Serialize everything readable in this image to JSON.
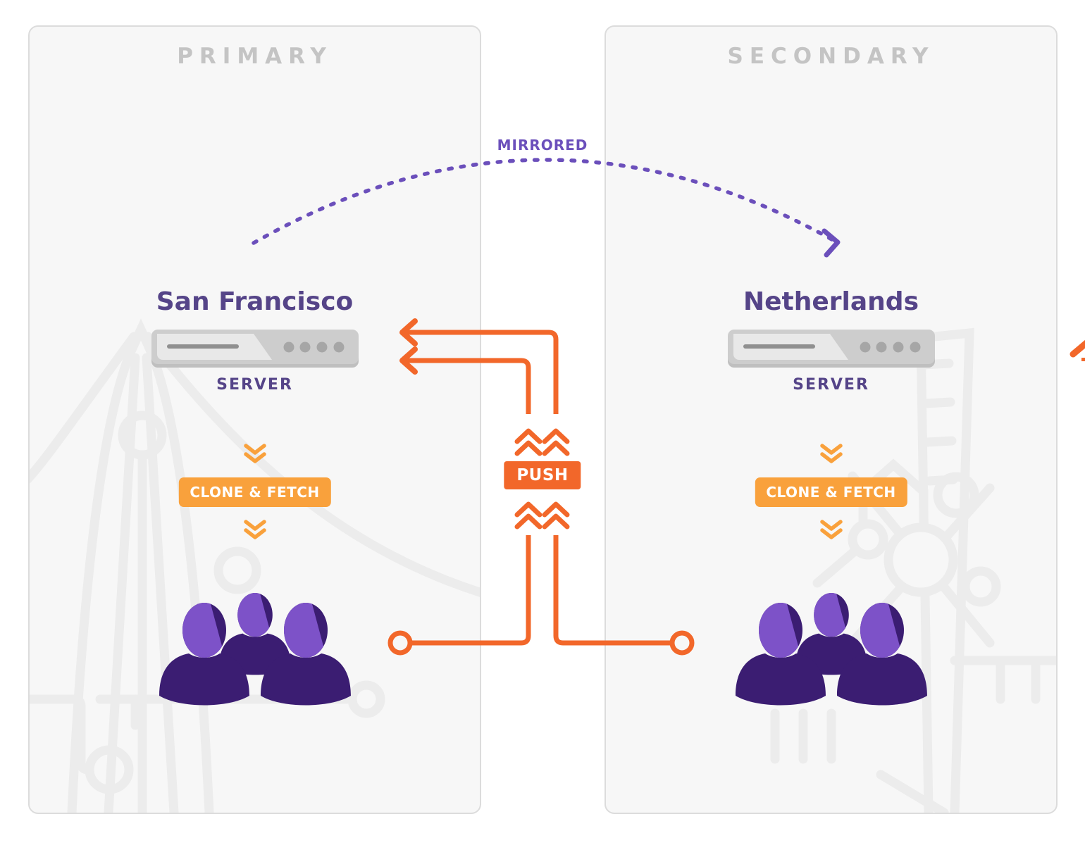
{
  "diagram": {
    "mirrored_label": "MIRRORED",
    "push_label": "PUSH"
  },
  "primary": {
    "title": "PRIMARY",
    "site_name": "San Francisco",
    "server_label": "SERVER",
    "clone_fetch_label": "CLONE & FETCH"
  },
  "secondary": {
    "title": "SECONDARY",
    "site_name": "Netherlands",
    "server_label": "SERVER",
    "clone_fetch_label": "CLONE & FETCH"
  },
  "colors": {
    "panel_background": "#f7f7f7",
    "panel_border": "#dcdcdc",
    "panel_title_gray": "#c4c4c4",
    "purple_text": "#554488",
    "mirrored_purple": "#6b4fbb",
    "deep_orange": "#f2672a",
    "light_orange": "#f9a13c",
    "person_dark_purple": "#3b1d72",
    "person_light_purple": "#7d52c8",
    "server_gray": "#cdcdcd",
    "watermark_gray": "#ececec"
  }
}
